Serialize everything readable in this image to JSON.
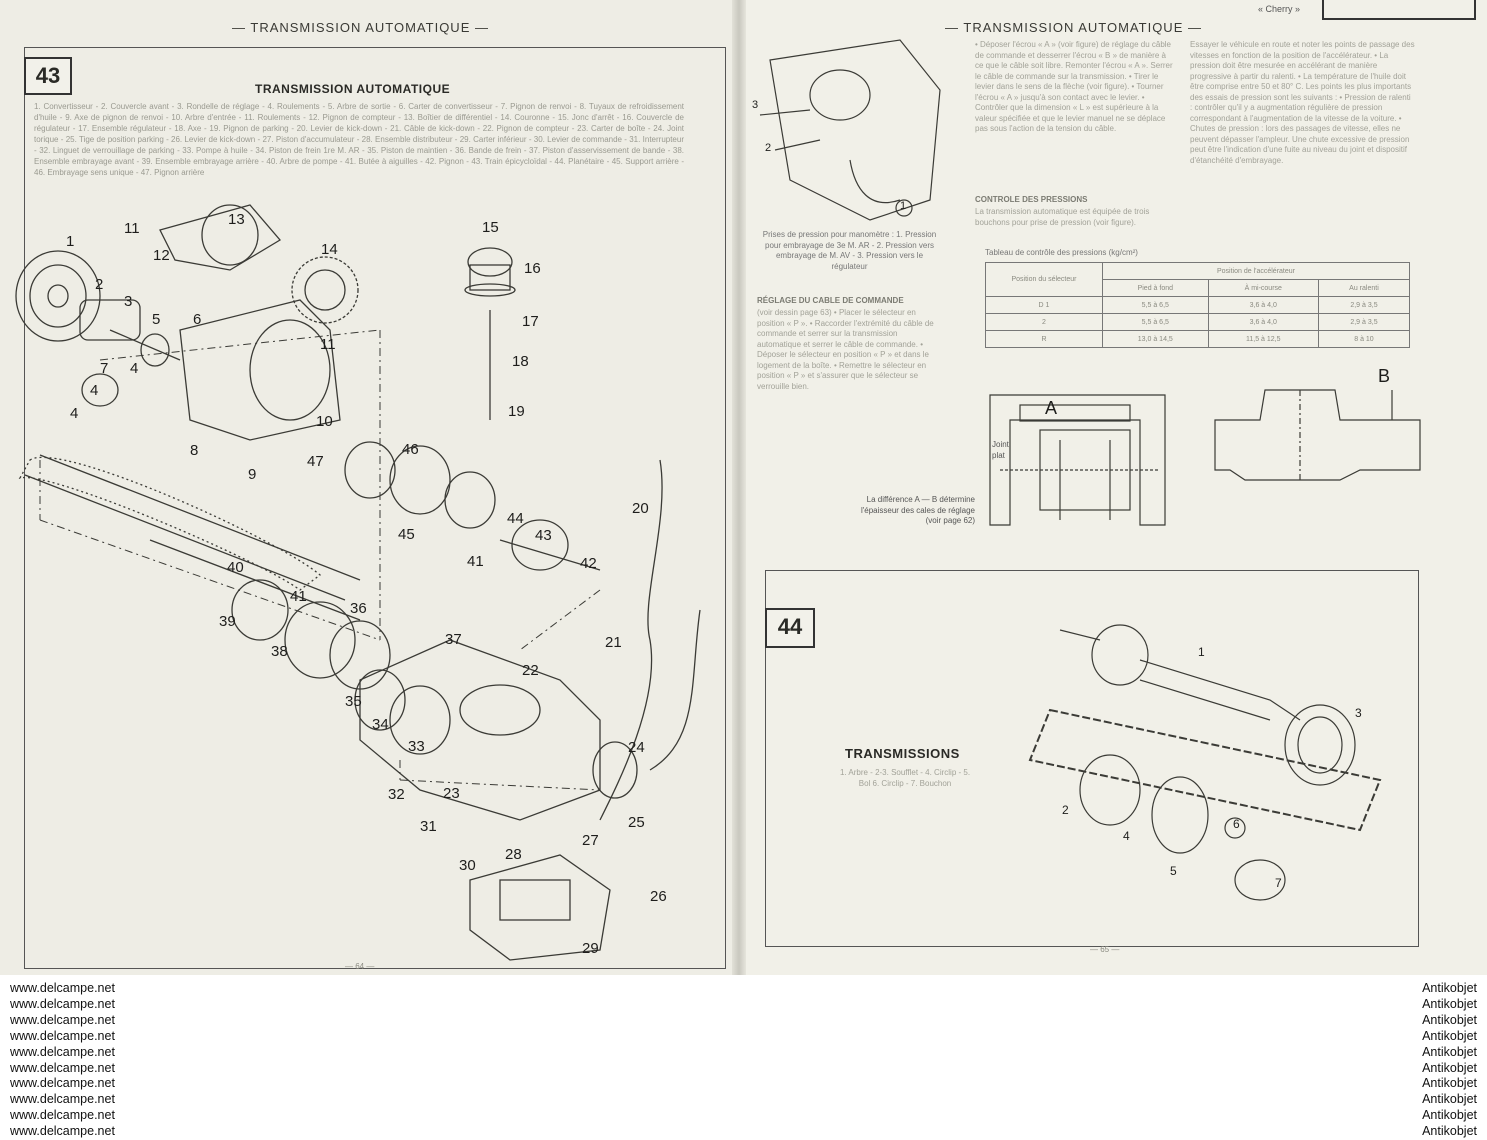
{
  "left_page": {
    "running_title": "— TRANSMISSION AUTOMATIQUE —",
    "section_number": "43",
    "section_title": "TRANSMISSION AUTOMATIQUE",
    "legend": "1. Convertisseur - 2. Couvercle avant - 3. Rondelle de réglage - 4. Roulements - 5. Arbre de sortie - 6. Carter de convertisseur - 7. Pignon de renvoi - 8. Tuyaux de refroidissement d'huile - 9. Axe de pignon de renvoi - 10. Arbre d'entrée - 11. Roulements - 12. Pignon de compteur - 13. Boîtier de différentiel - 14. Couronne - 15. Jonc d'arrêt - 16. Couvercle de régulateur - 17. Ensemble régulateur - 18. Axe - 19. Pignon de parking - 20. Levier de kick-down - 21. Câble de kick-down - 22. Pignon de compteur - 23. Carter de boîte - 24. Joint torique - 25. Tige de position parking - 26. Levier de kick-down - 27. Piston d'accumulateur - 28. Ensemble distributeur - 29. Carter inférieur - 30. Levier de commande - 31. Interrupteur - 32. Linguet de verrouillage de parking - 33. Pompe à huile - 34. Piston de frein 1re M. AR - 35. Piston de maintien - 36. Bande de frein - 37. Piston d'asservissement de bande - 38. Ensemble embrayage avant - 39. Ensemble embrayage arrière - 40. Arbre de pompe - 41. Butée à aiguilles - 42. Pignon - 43. Train épicycloïdal - 44. Planétaire - 45. Support arrière - 46. Embrayage sens unique - 47. Pignon arrière",
    "folio": "— 64 —",
    "callouts": [
      "1",
      "2",
      "3",
      "4",
      "4",
      "4",
      "5",
      "6",
      "7",
      "8",
      "9",
      "10",
      "11",
      "11",
      "12",
      "13",
      "14",
      "15",
      "16",
      "17",
      "18",
      "19",
      "20",
      "21",
      "22",
      "23",
      "24",
      "25",
      "26",
      "27",
      "28",
      "29",
      "30",
      "31",
      "32",
      "33",
      "34",
      "35",
      "36",
      "37",
      "38",
      "39",
      "40",
      "41",
      "41",
      "42",
      "43",
      "44",
      "45",
      "46",
      "47"
    ]
  },
  "right_page": {
    "running_title": "— TRANSMISSION AUTOMATIQUE —",
    "model_tag": "« Cherry »",
    "fig_callouts": [
      "1",
      "2",
      "3"
    ],
    "fig_caption": "Prises de pression pour manomètre : 1. Pression pour embrayage de 3e M. AR - 2. Pression vers embrayage de M. AV - 3. Pression vers le régulateur",
    "cable_heading": "RÉGLAGE DU CABLE DE COMMANDE",
    "cable_text": "(voir dessin page 63) • Placer le sélecteur en position « P ». • Raccorder l'extrémité du câble de commande et serrer sur la transmission automatique et serrer le câble de commande. • Déposer le sélecteur en position « P » et dans le logement de la boîte. • Remettre le sélecteur en position « P » et s'assurer que le sélecteur se verrouille bien.",
    "col2_text": "• Déposer l'écrou « A » (voir figure) de réglage du câble de commande et desserrer l'écrou « B » de manière à ce que le câble soit libre. Remonter l'écrou « A ». Serrer le câble de commande sur la transmission. • Tirer le levier dans le sens de la flèche (voir figure). • Tourner l'écrou « A » jusqu'à son contact avec le levier. • Contrôler que la dimension « L » est supérieure à la valeur spécifiée et que le levier manuel ne se déplace pas sous l'action de la tension du câble.",
    "pressures_heading": "CONTROLE DES PRESSIONS",
    "pressures_text": "La transmission automatique est équipée de trois bouchons pour prise de pression (voir figure).",
    "col3_text": "Essayer le véhicule en route et noter les points de passage des vitesses en fonction de la position de l'accélérateur. • La pression doit être mesurée en accélérant de manière progressive à partir du ralenti. • La température de l'huile doit être comprise entre 50 et 80° C. Les points les plus importants des essais de pression sont les suivants : • Pression de ralenti : contrôler qu'il y a augmentation régulière de pression correspondant à l'augmentation de la vitesse de la voiture. • Chutes de pression : lors des passages de vitesse, elles ne peuvent dépasser l'ampleur. Une chute excessive de pression peut être l'indication d'une fuite au niveau du joint et dispositif d'étanchéité d'embrayage.",
    "table_caption": "Tableau de contrôle des pressions (kg/cm²)",
    "table": {
      "col1": "Position du sélecteur",
      "group": "Position de l'accélérateur",
      "subcols": [
        "Pied à fond",
        "À mi-course",
        "Au ralenti"
      ],
      "rows": [
        {
          "pos": "D 1",
          "values": [
            "5,5 à 6,5",
            "3,6 à 4,0",
            "2,9 à 3,5"
          ]
        },
        {
          "pos": "2",
          "values": [
            "5,5 à 6,5",
            "3,6 à 4,0",
            "2,9 à 3,5"
          ]
        },
        {
          "pos": "R",
          "values": [
            "13,0 à 14,5",
            "11,5 à 12,5",
            "8 à 10"
          ]
        }
      ]
    },
    "diagram_A": "A",
    "diagram_B": "B",
    "joint_label": "Joint plat",
    "diff_caption": "La différence A — B détermine l'épaisseur des cales de réglage (voir page 62)",
    "section_number": "44",
    "section_title": "TRANSMISSIONS",
    "section_legend": "1. Arbre - 2-3. Soufflet - 4. Circlip - 5. Bol 6. Circlip - 7. Bouchon",
    "callouts_44": [
      "1",
      "2",
      "3",
      "4",
      "5",
      "6",
      "7"
    ],
    "folio": "— 65 —"
  },
  "watermark_left": "www.delcampe.net",
  "watermark_right": "Antikobjet",
  "watermark_count": 10
}
